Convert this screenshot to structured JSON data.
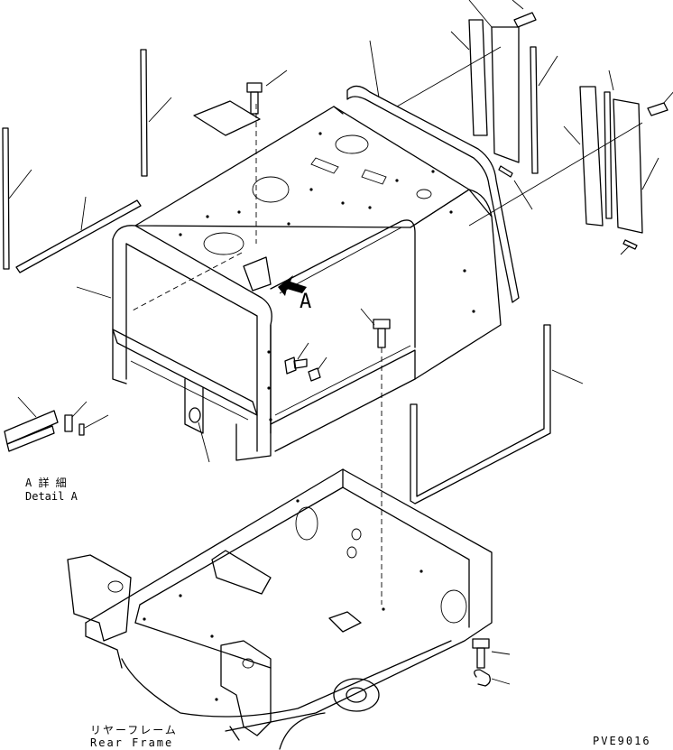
{
  "callout_letter": "A",
  "detail_label_jp": "A 詳 細",
  "detail_label_en": "Detail A",
  "frame_label_jp": "リヤーフレーム",
  "frame_label_en": "Rear Frame",
  "drawing_code": "PVE9016"
}
